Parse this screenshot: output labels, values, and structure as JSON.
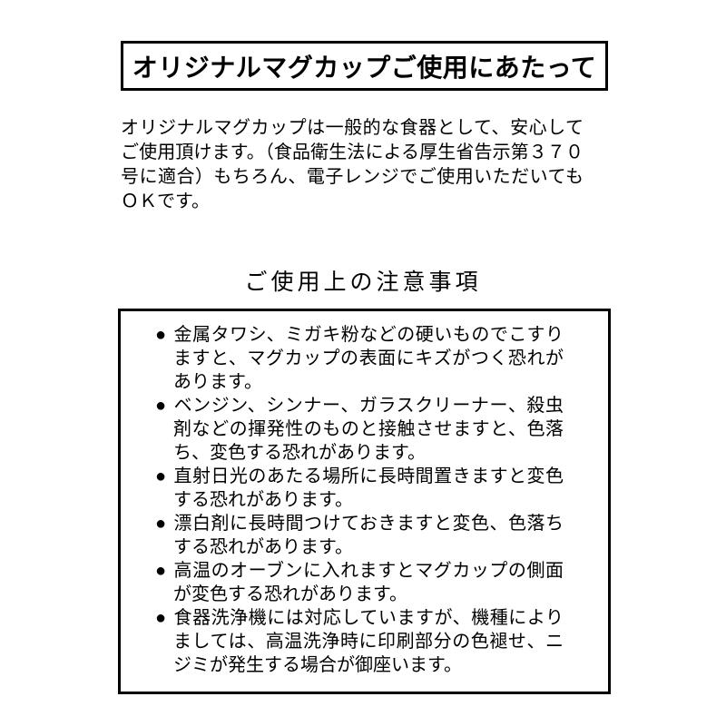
{
  "title": "オリジナルマグカップご使用にあたって",
  "intro": "オリジナルマグカップは一般的な食器として、安心してご使用頂けます。（食品衛生法による厚生省告示第３７０号に適合）もちろん、電子レンジでご使用いただいてもＯＫです。",
  "section_heading": "ご使用上の注意事項",
  "caution_box": {
    "bullet": "●",
    "items": [
      "金属タワシ、ミガキ粉などの硬いものでこすりますと、マグカップの表面にキズがつく恐れがあります。",
      "ベンジン、シンナー、ガラスクリーナー、殺虫剤などの揮発性のものと接触させますと、色落ち、変色する恐れがあります。",
      "直射日光のあたる場所に長時間置きますと変色する恐れがあります。",
      "漂白剤に長時間つけておきますと変色、色落ちする恐れがあります。",
      "高温のオーブンに入れますとマグカップの側面が変色する恐れがあります。",
      "食器洗浄機には対応していますが、機種によりましては、高温洗浄時に印刷部分の色褪せ、ニジミが発生する場合が御座います。"
    ]
  },
  "colors": {
    "text": "#000000",
    "background": "#ffffff",
    "border": "#000000"
  }
}
